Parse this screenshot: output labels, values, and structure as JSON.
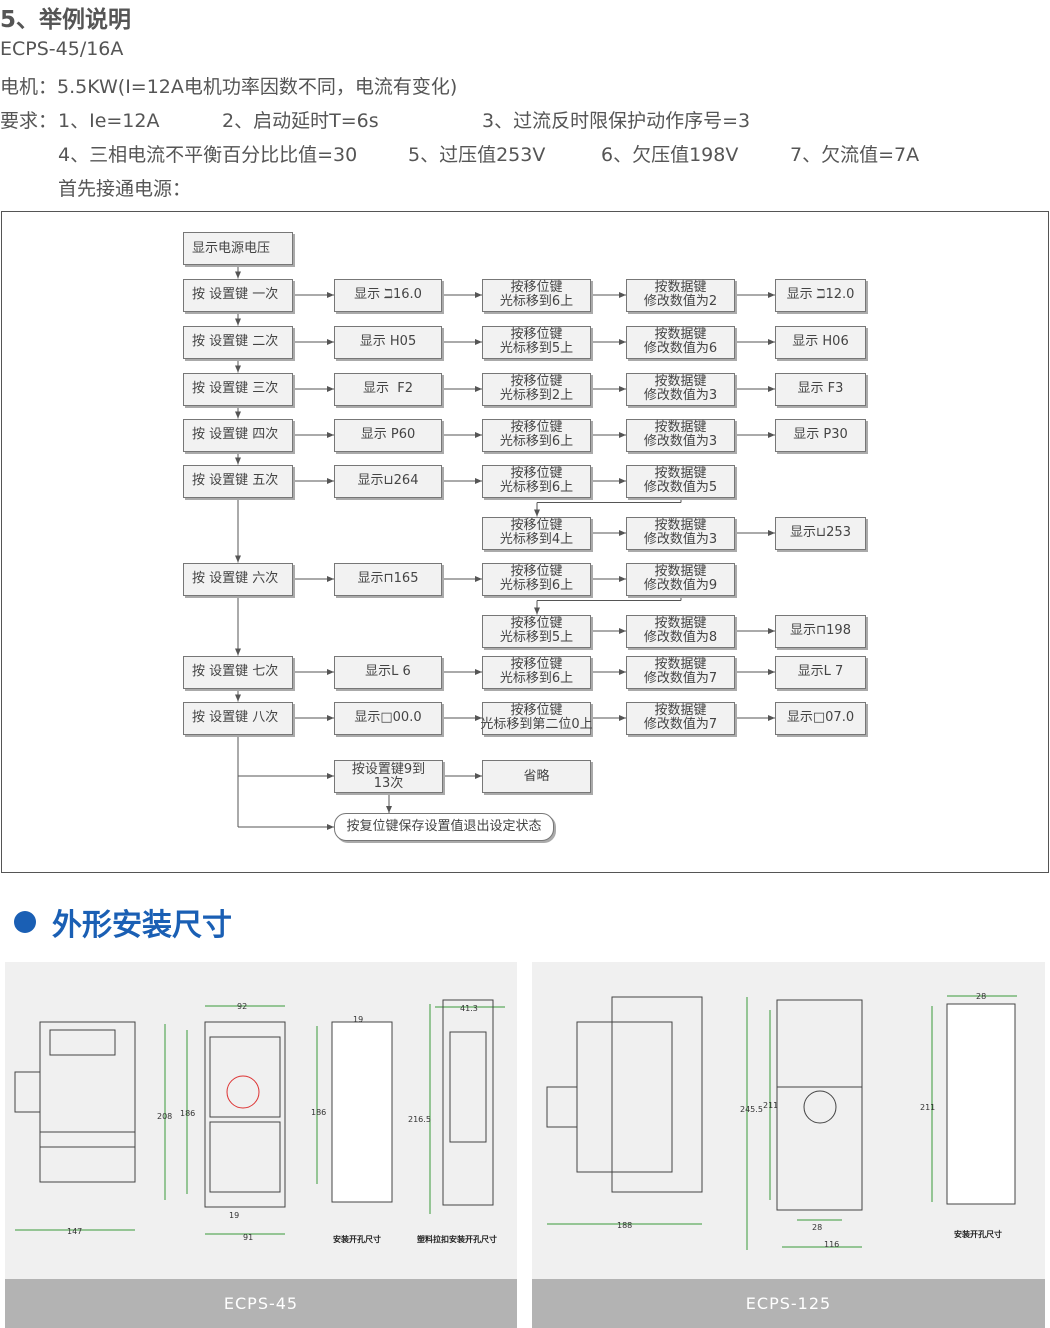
{
  "heading": "5、举例说明",
  "model": "ECPS-45/16A",
  "motor": "电机：5.5KW(I=12A电机功率因数不同，电流有变化)",
  "req_label": "要求：",
  "requirements": [
    "1、Ie=12A",
    "2、启动延时T=6s",
    "3、过流反时限保护动作序号=3",
    "4、三相电流不平衡百分比比值=30",
    "5、过压值253V",
    "6、欠压值198V",
    "7、欠流值=7A"
  ],
  "first_power": "首先接通电源：",
  "flow": {
    "boxes": [
      "显示电源电压",
      "按 设置键 一次",
      "显示 ℶ16.0",
      "按移位键\n光标移到6上",
      "按数据键\n修改数值为2",
      "显示 ℶ12.0",
      "按 设置键 二次",
      "显示 H05",
      "按移位键\n光标移到5上",
      "按数据键\n修改数值为6",
      "显示 H06",
      "按 设置键 三次",
      "显示  F2",
      "按移位键\n光标移到2上",
      "按数据键\n修改数值为3",
      "显示 F3",
      "按 设置键 四次",
      "显示 P60",
      "按移位键\n光标移到6上",
      "按数据键\n修改数值为3",
      "显示 P30",
      "按 设置键 五次",
      "显示⊔264",
      "按移位键\n光标移到6上",
      "按数据键\n修改数值为5",
      "按移位键\n光标移到4上",
      "按数据键\n修改数值为3",
      "显示⊔253",
      "按 设置键 六次",
      "显示⊓165",
      "按移位键\n光标移到6上",
      "按数据键\n修改数值为9",
      "按移位键\n光标移到5上",
      "按数据键\n修改数值为8",
      "显示⊓198",
      "按 设置键 七次",
      "显示L 6",
      "按移位键\n光标移到6上",
      "按数据键\n修改数值为7",
      "显示L 7",
      "按 设置键 八次",
      "显示□00.0",
      "按移位键\n光标移到第二位0上",
      "按数据键\n修改数值为7",
      "显示□07.0",
      "按设置键9到\n13次",
      "省略",
      "按复位键保存设置值退出设定状态"
    ]
  },
  "section_title": "外形安装尺寸",
  "drawings": [
    {
      "model": "ECPS-45",
      "dims": [
        "147",
        "208",
        "186",
        "92",
        "19",
        "91",
        "186",
        "19",
        "216.5",
        "41.3"
      ],
      "captions": [
        "安装开孔尺寸",
        "塑料拉扣安装开孔尺寸"
      ]
    },
    {
      "model": "ECPS-125",
      "dims": [
        "188",
        "245.5",
        "211",
        "28",
        "116",
        "211",
        "28"
      ],
      "captions": [
        "安装开孔尺寸"
      ]
    }
  ],
  "colors": {
    "accent": "#1a5fb4",
    "panel": "#f0f0f0",
    "bar": "#b3b3b3"
  }
}
